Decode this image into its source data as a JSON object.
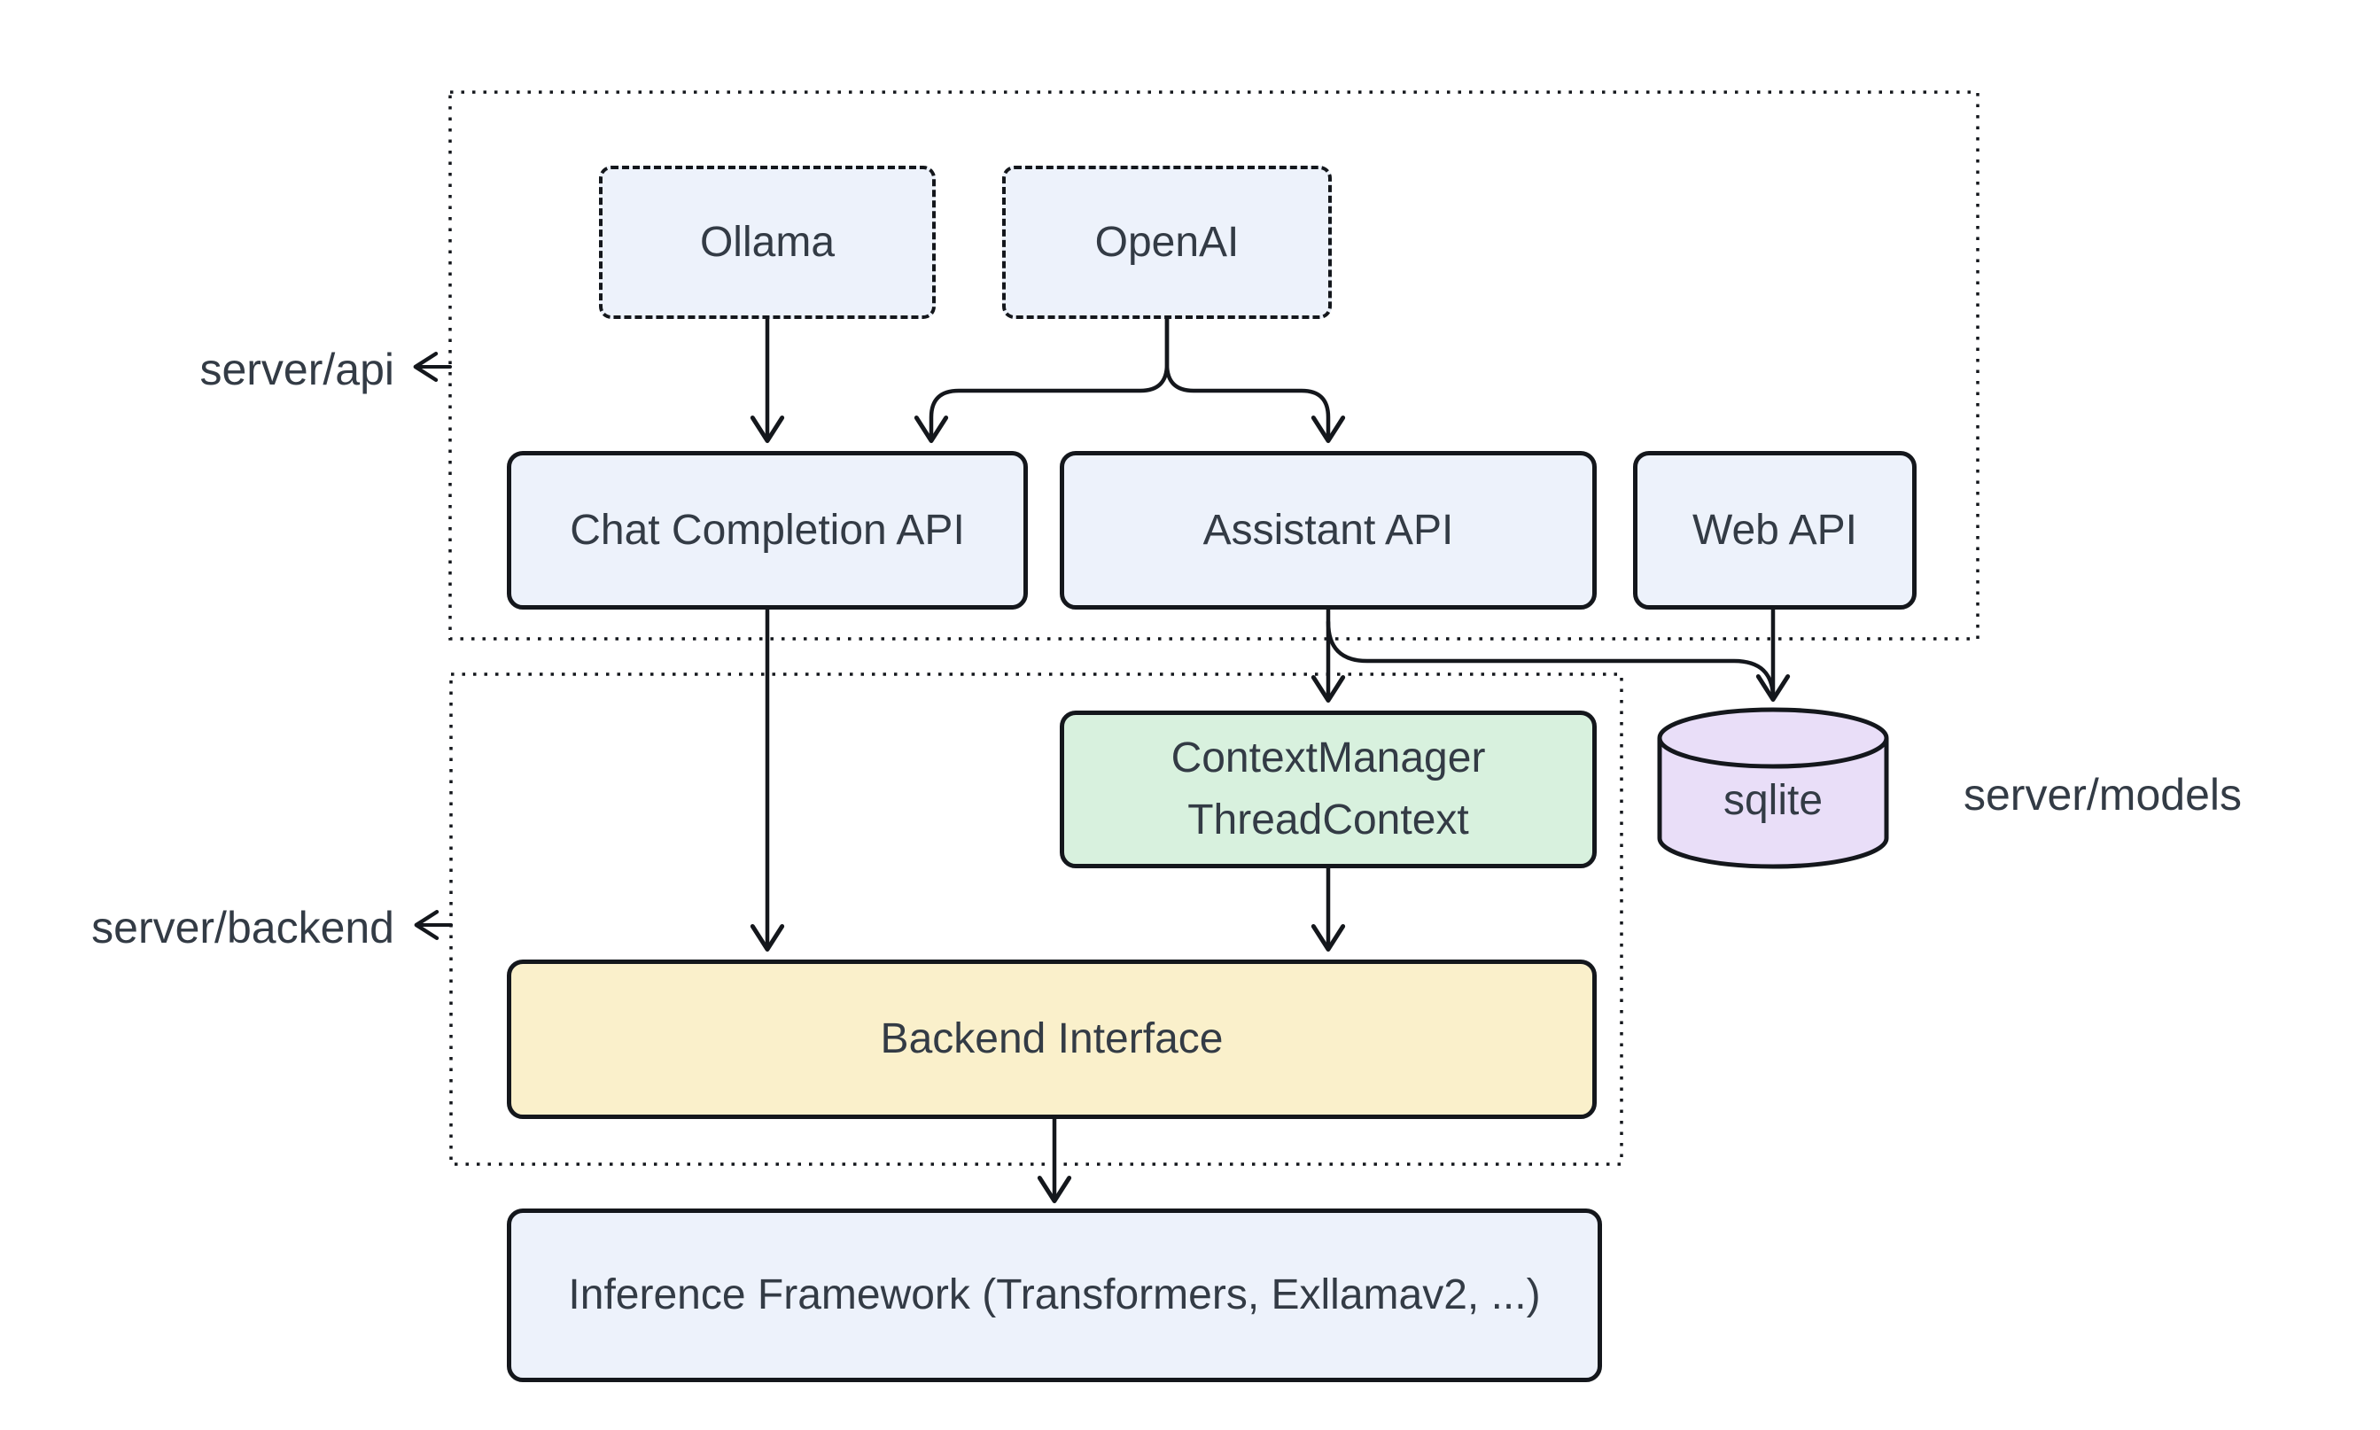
{
  "diagram": {
    "zones": {
      "server_api_label": "server/api",
      "server_backend_label": "server/backend",
      "server_models_label": "server/models"
    },
    "nodes": {
      "ollama": {
        "label": "Ollama"
      },
      "openai": {
        "label": "OpenAI"
      },
      "chat_completion_api": {
        "label": "Chat Completion API"
      },
      "assistant_api": {
        "label": "Assistant API"
      },
      "web_api": {
        "label": "Web API"
      },
      "context_manager": {
        "line1": "ContextManager",
        "line2": "ThreadContext"
      },
      "sqlite": {
        "label": "sqlite"
      },
      "backend_interface": {
        "label": "Backend Interface"
      },
      "inference_framework": {
        "label": "Inference Framework (Transformers, Exllamav2, ...)"
      }
    },
    "edges": [
      {
        "from": "Ollama",
        "to": "Chat Completion API"
      },
      {
        "from": "OpenAI",
        "to": "Chat Completion API"
      },
      {
        "from": "OpenAI",
        "to": "Assistant API"
      },
      {
        "from": "Chat Completion API",
        "to": "Backend Interface"
      },
      {
        "from": "Assistant API",
        "to": "ContextManager ThreadContext"
      },
      {
        "from": "Assistant API",
        "to": "sqlite"
      },
      {
        "from": "Web API",
        "to": "sqlite"
      },
      {
        "from": "ContextManager ThreadContext",
        "to": "Backend Interface"
      },
      {
        "from": "Backend Interface",
        "to": "Inference Framework (Transformers, Exllamav2, ...)"
      }
    ],
    "colors": {
      "node_fill": "#EDF2FB",
      "context_fill": "#D8F1DE",
      "backend_fill": "#FAF0CB",
      "db_fill": "#E9DEF8",
      "stroke": "#14171C",
      "text": "#333B45",
      "background": "#FFFFFF"
    }
  }
}
